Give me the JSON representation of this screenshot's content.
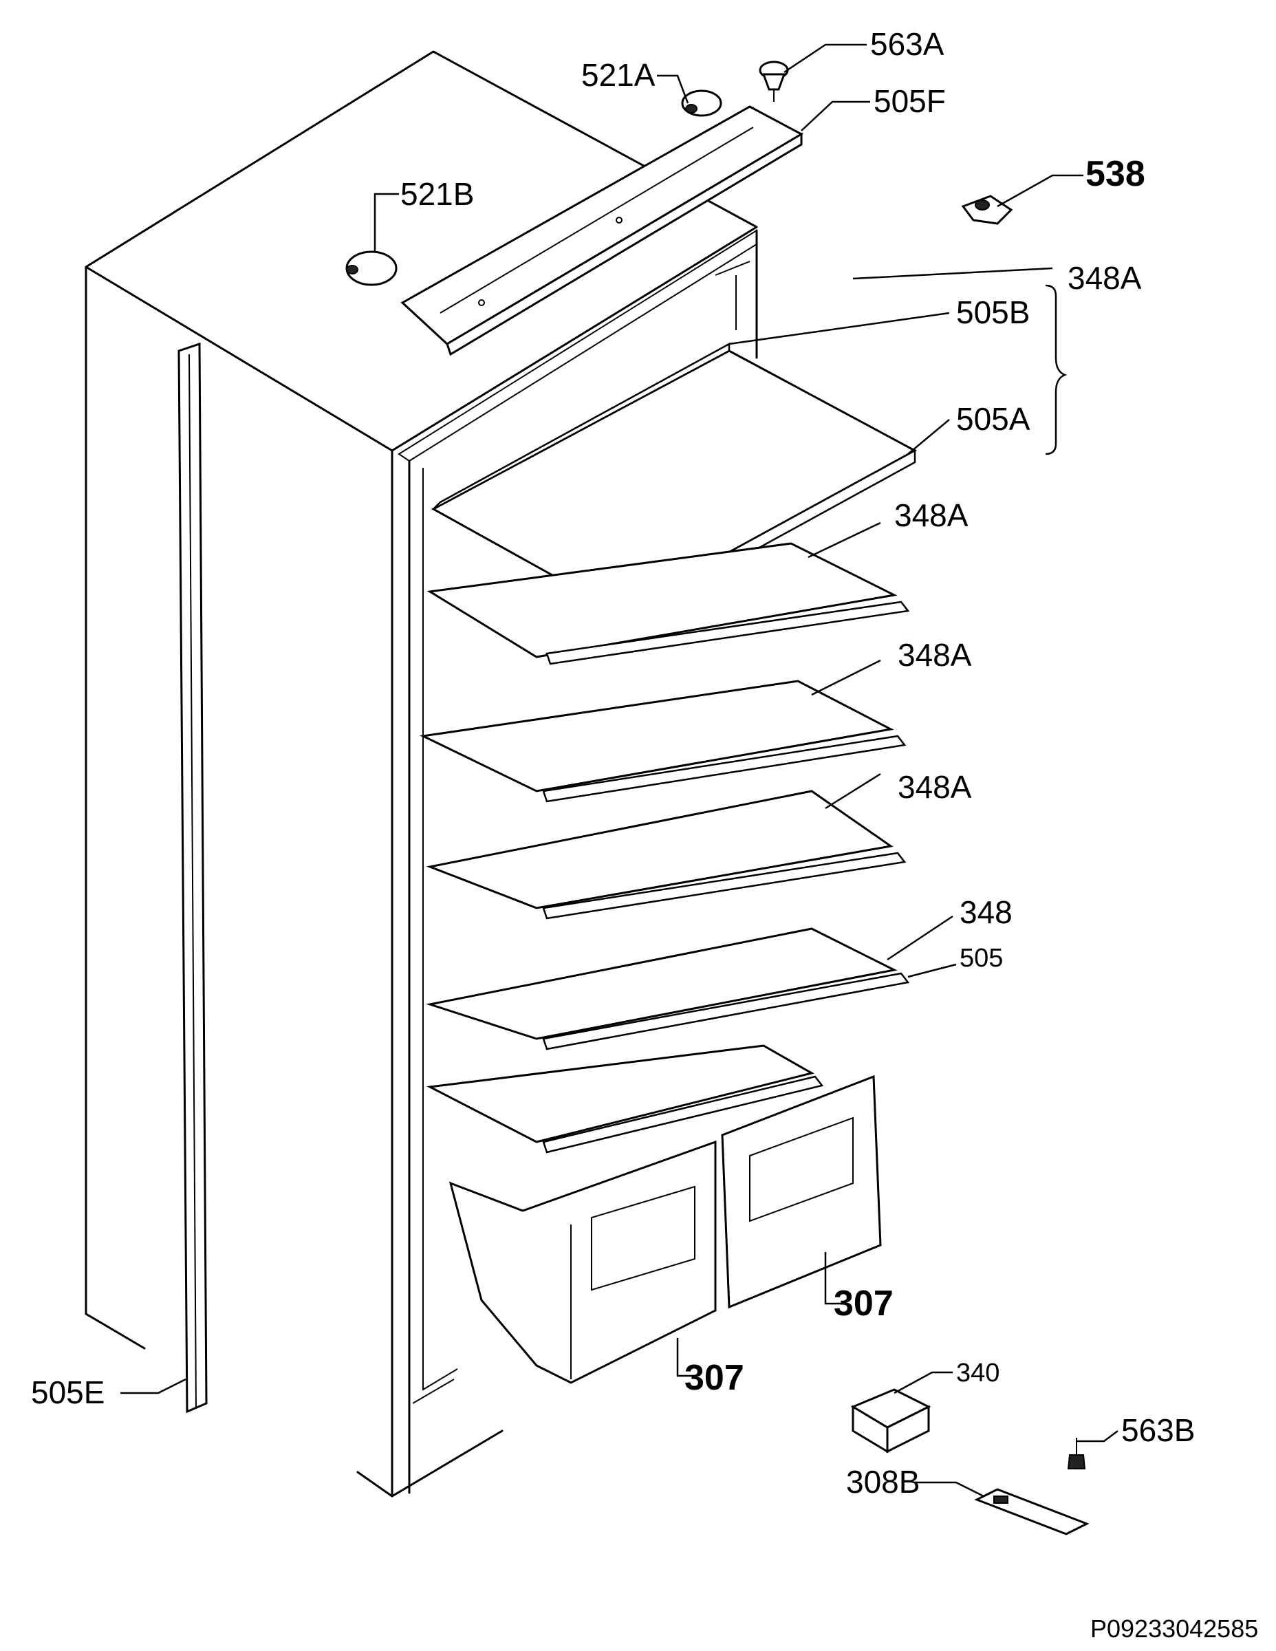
{
  "labels": {
    "p563A": "563A",
    "p521A": "521A",
    "p505F": "505F",
    "p538": "538",
    "p521B": "521B",
    "p505B": "505B",
    "p348A_group": "348A",
    "p505A": "505A",
    "p348A_1": "348A",
    "p348A_2": "348A",
    "p348A_3": "348A",
    "p348": "348",
    "p505": "505",
    "p307_right": "307",
    "p307_left": "307",
    "p340": "340",
    "p563B": "563B",
    "p308B": "308B",
    "p505E": "505E"
  },
  "footer_code": "P09233042585"
}
